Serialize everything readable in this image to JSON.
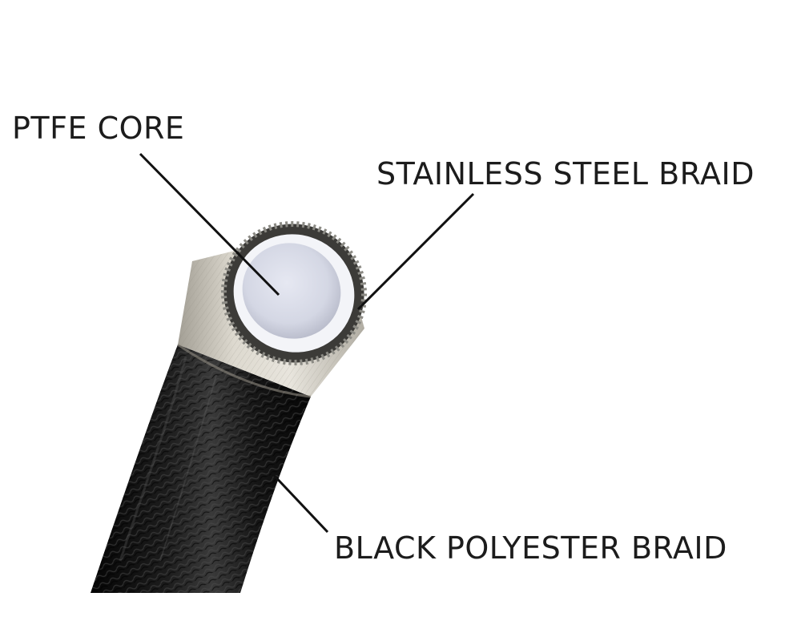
{
  "callouts": {
    "ptfe_core": "PTFE CORE",
    "stainless_steel_braid": "STAINLESS STEEL BRAID",
    "black_polyester_braid": "BLACK POLYESTER BRAID"
  },
  "colors": {
    "background": "#ffffff",
    "label_text": "#1c1c1c",
    "leader_line": "#111111",
    "polyester_braid": "#111111",
    "steel_braid": "#d9d6ce",
    "ptfe_core": "#e9ebf4"
  }
}
